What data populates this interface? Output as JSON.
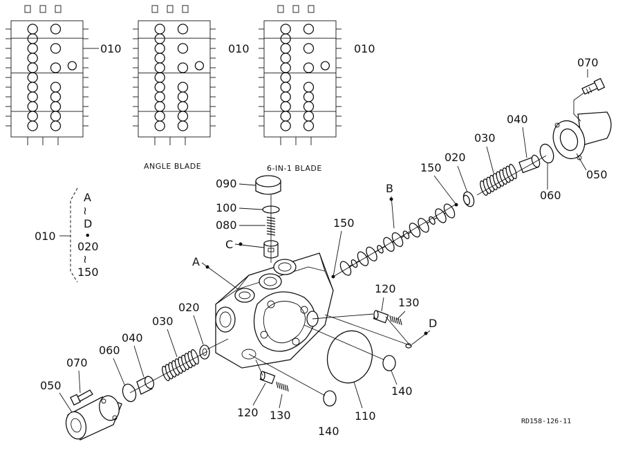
{
  "callouts": {
    "c010_top_left": "010",
    "c010_top_mid": "010",
    "c010_top_right": "010",
    "c070_right": "070",
    "c040_right": "040",
    "c030_right": "030",
    "c020_right": "020",
    "c150_right": "150",
    "c050_right": "050",
    "c060_right": "060",
    "cB": "B",
    "c090": "090",
    "c100": "100",
    "c080": "080",
    "cC": "C",
    "c150_mid": "150",
    "cA": "A",
    "c020_left": "020",
    "c030_left": "030",
    "c040_left": "040",
    "c060_left": "060",
    "c070_left": "070",
    "c050_left": "050",
    "c120_right": "120",
    "c130_right": "130",
    "cD": "D",
    "c140_right": "140",
    "c110": "110",
    "c120_left": "120",
    "c130_left": "130",
    "c140_left": "140"
  },
  "range_note": {
    "prefix": "010",
    "start": "A",
    "sep1": "≀",
    "mid": "D",
    "dot": "•",
    "end_start": "020",
    "sep2": "≀",
    "end": "150"
  },
  "captions": {
    "angle_blade": "ANGLE BLADE",
    "six_in_one_blade": "6-IN-1 BLADE"
  },
  "reference_code": "RD158-126-11"
}
